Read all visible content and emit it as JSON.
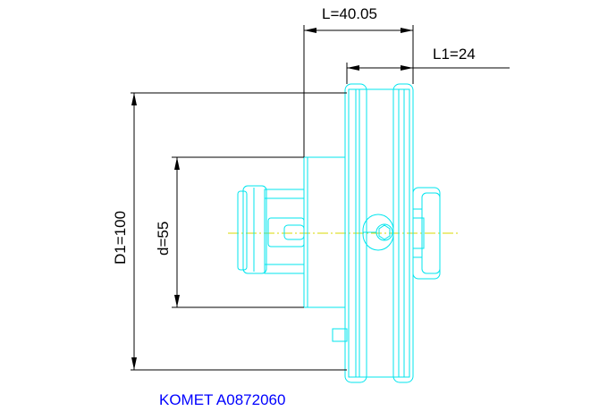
{
  "dimensions": {
    "overall_length": "L=40.05",
    "flange_length": "L1=24",
    "flange_diameter": "D1=100",
    "shank_diameter": "d=55"
  },
  "caption": "KOMET A0872060",
  "colors": {
    "part": "#00e5ee",
    "centerline": "#d8d800",
    "dimension": "#000000",
    "caption": "#0000ff"
  }
}
